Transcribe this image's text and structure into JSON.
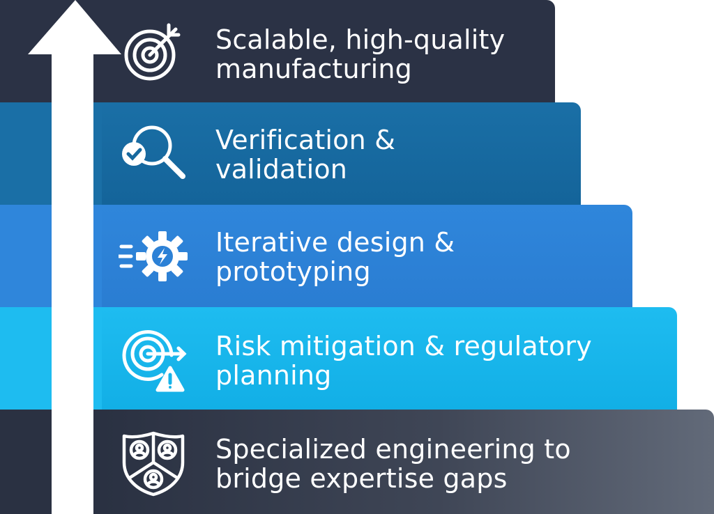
{
  "steps": [
    {
      "label": "Scalable, high-quality\nmanufacturing",
      "icon": "target-icon"
    },
    {
      "label": "Verification &\nvalidation",
      "icon": "magnifier-check-icon"
    },
    {
      "label": "Iterative design &\nprototyping",
      "icon": "gear-lightning-icon"
    },
    {
      "label": "Risk mitigation & regulatory\nplanning",
      "icon": "target-warning-icon"
    },
    {
      "label": "Specialized engineering to\nbridge expertise gaps",
      "icon": "team-shield-icon"
    }
  ],
  "colors": {
    "step_1": "#2b3245",
    "step_2": "#1a6fa6",
    "step_3": "#2f86db",
    "step_4": "#1ebcf0",
    "step_5": "#3f4656",
    "arrow": "#ffffff"
  }
}
